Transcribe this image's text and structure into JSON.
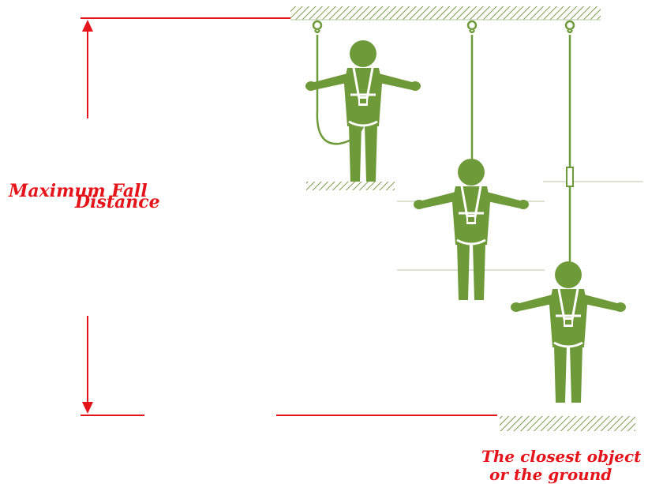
{
  "labels": {
    "max_fall_line1": "Maximum Fall",
    "max_fall_line2": "Distance",
    "ground_line1": "The closest object",
    "ground_line2": "or the ground"
  },
  "colors": {
    "annotation_red": "#e5141b",
    "figure_green": "#6e9a3a",
    "hatch_green": "#7a9a4a",
    "guide_line": "#b9c7a5"
  },
  "icons": [
    "anchor-hook-icon",
    "worker-harness-figure",
    "hatched-ceiling",
    "hatched-ground"
  ]
}
